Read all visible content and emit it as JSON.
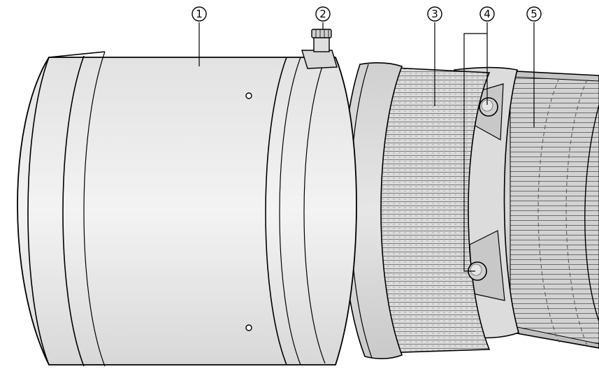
{
  "diagram": {
    "callouts": [
      {
        "number": "1",
        "part_icon": "lens-hood"
      },
      {
        "number": "2",
        "part_icon": "hood-lock-screw"
      },
      {
        "number": "3",
        "part_icon": "zoom-ring"
      },
      {
        "number": "4",
        "part_icon": "focus-function-button"
      },
      {
        "number": "5",
        "part_icon": "focus-ring"
      }
    ],
    "colors": {
      "line": "#000000",
      "hood_fill": "#e8e8e8",
      "hood_shade": "#bdbdbd",
      "ring_fill": "#d6d6d6",
      "ring_dark": "#8a8a8a",
      "button_fill": "#cfcfcf"
    }
  }
}
